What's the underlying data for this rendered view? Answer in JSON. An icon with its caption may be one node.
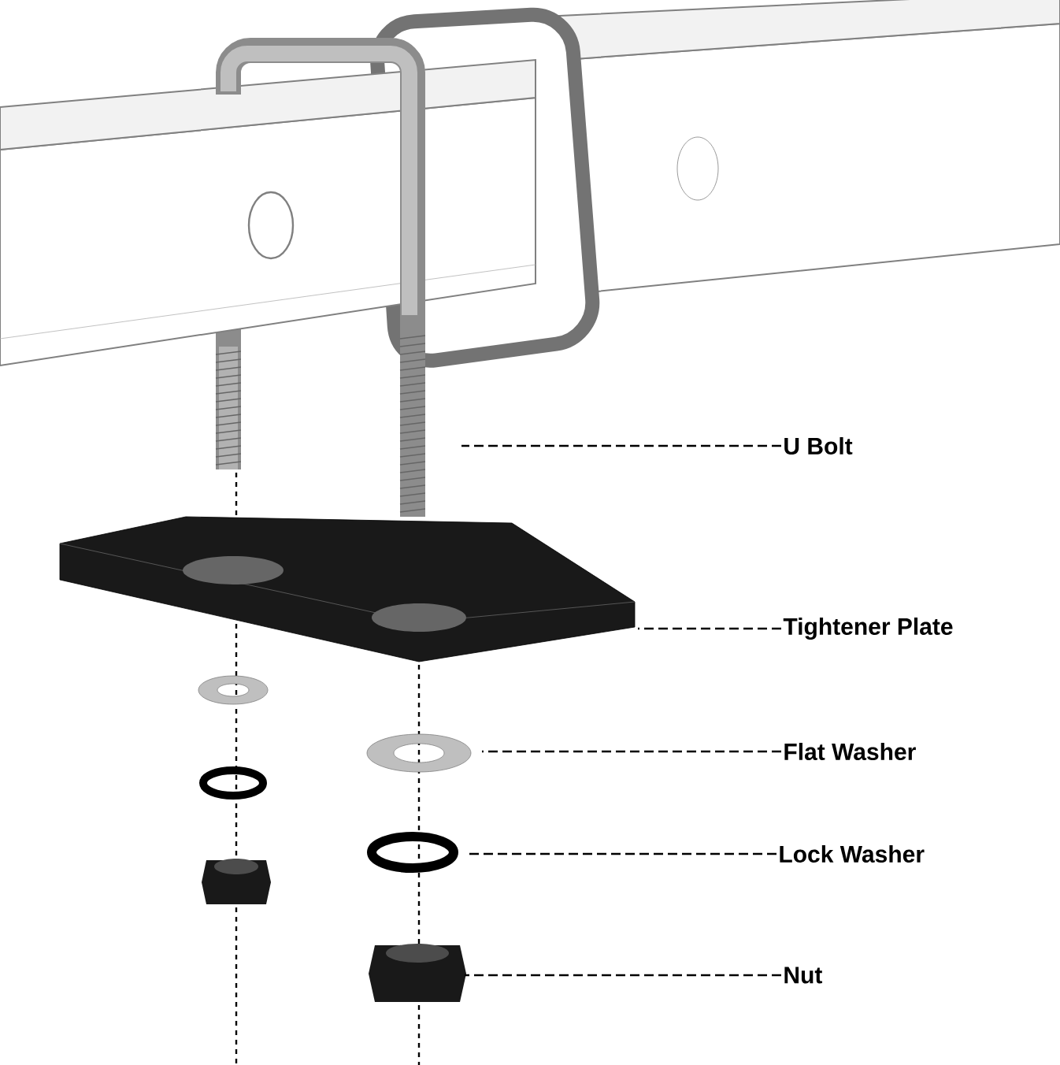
{
  "diagram": {
    "nodes": [
      {
        "text": [
          "U Bolt"
        ]
      },
      {
        "text": [
          "Tightener Plate"
        ]
      },
      {
        "text": [
          "Flat Washer"
        ]
      },
      {
        "text": [
          "Lock Washer"
        ]
      },
      {
        "text": [
          "Nut"
        ]
      }
    ],
    "edges": [
      {
        "from": 0,
        "to": null,
        "arrow": "none",
        "style": "dashed"
      },
      {
        "from": 1,
        "to": null,
        "arrow": "none",
        "style": "dashed"
      },
      {
        "from": 2,
        "to": null,
        "arrow": "none",
        "style": "dashed"
      },
      {
        "from": 3,
        "to": null,
        "arrow": "none",
        "style": "dashed"
      },
      {
        "from": 4,
        "to": null,
        "arrow": "none",
        "style": "dashed"
      }
    ]
  }
}
